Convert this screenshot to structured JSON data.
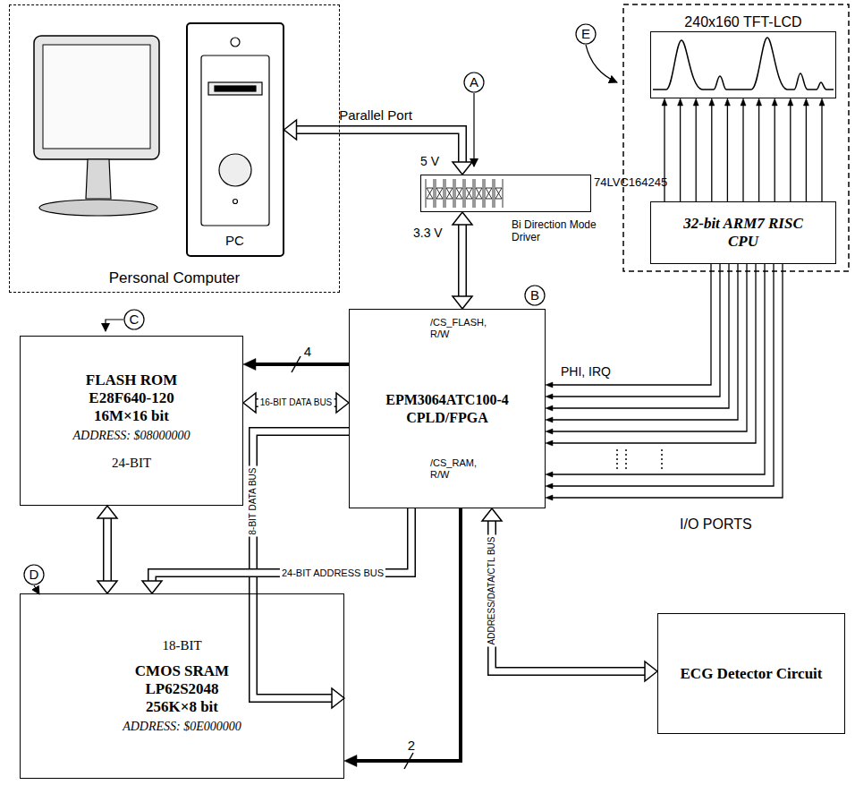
{
  "diagram": {
    "nodes": [
      {
        "text": [
          "Personal Computer"
        ]
      },
      {
        "text": [
          "PC"
        ],
        "in": 0
      },
      {
        "text": [
          "74LVC164245"
        ]
      },
      {
        "text": [
          "FLASH ROM",
          "E28F640-120",
          "16M×16 bit",
          "ADDRESS: $08000000",
          "24-BIT"
        ]
      },
      {
        "text": [
          "/CS_FLASH, R/W",
          "EPM3064ATC100-4 CPLD/FPGA",
          "/CS_RAM, R/W"
        ]
      },
      {
        "text": [
          "18-BIT",
          "CMOS SRAM",
          "LP62S2048",
          "256K×8 bit",
          "ADDRESS: $0E000000"
        ]
      },
      {
        "text": [
          "240x160 TFT-LCD"
        ]
      },
      {
        "text": [
          "32-bit ARM7 RISC CPU"
        ]
      },
      {
        "text": [
          "ECG Detector Circuit"
        ]
      }
    ],
    "edges": [
      {
        "from": 1,
        "to": 2,
        "arrow": "both",
        "label": "Parallel Port"
      },
      {
        "from": 2,
        "to": 4,
        "arrow": "both"
      },
      {
        "from": 4,
        "to": 3,
        "arrow": "to",
        "label": "4"
      },
      {
        "from": 3,
        "to": 4,
        "arrow": "both",
        "label": "16-BIT DATA BUS"
      },
      {
        "from": 4,
        "to": 5,
        "arrow": "to",
        "label": "8-BIT DATA BUS"
      },
      {
        "from": 4,
        "to": 5,
        "arrow": "to",
        "label": "24-BIT ADDRESS BUS"
      },
      {
        "from": 4,
        "to": 5,
        "arrow": "to",
        "label": "2"
      },
      {
        "from": 3,
        "to": 5,
        "arrow": "both"
      },
      {
        "from": 7,
        "to": 4,
        "arrow": "to",
        "label": "PHI, IRQ"
      },
      {
        "from": 7,
        "to": 6,
        "arrow": "to"
      },
      {
        "from": 4,
        "to": 8,
        "arrow": "both",
        "label": "ADDRESS/DATA/CTL BUS"
      }
    ],
    "labels": [
      "A",
      "5 V",
      "3.3 V",
      "Bi Direction Mode Driver",
      "B",
      "C",
      "D",
      "E",
      "I/O PORTS"
    ]
  }
}
